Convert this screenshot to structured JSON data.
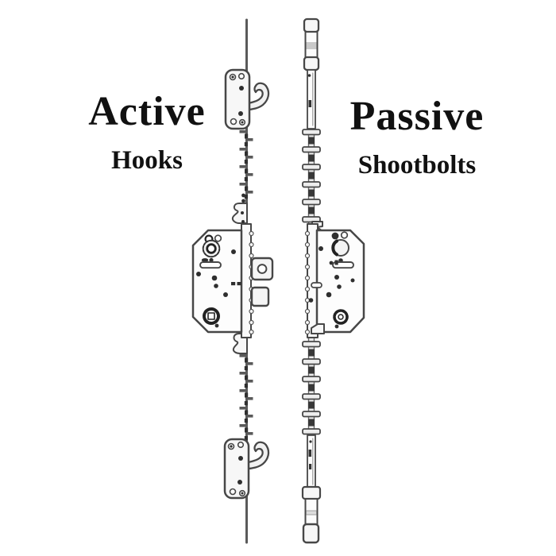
{
  "page": {
    "background": "#ffffff"
  },
  "labels": {
    "active": {
      "title": "Active",
      "subtitle": "Hooks"
    },
    "passive": {
      "title": "Passive",
      "subtitle": "Shootbolts"
    }
  },
  "diagram": {
    "type": "product-illustration",
    "items": [
      {
        "name": "active-multipoint-lock",
        "features": [
          "top-hook-bolt",
          "serrated-drive-rail",
          "central-gearbox",
          "latch",
          "deadbolt",
          "bottom-hook-bolt"
        ]
      },
      {
        "name": "passive-multipoint-lock",
        "features": [
          "top-shootbolt-rod",
          "ribbed-drive-rail",
          "central-gearbox",
          "bottom-shootbolt-rod"
        ]
      }
    ],
    "colors": {
      "line": "#474747",
      "dark_fill": "#2f2f2f",
      "light_fill": "#f6f6f6",
      "band_gray": "#c9c9c9",
      "text": "#111111"
    }
  }
}
